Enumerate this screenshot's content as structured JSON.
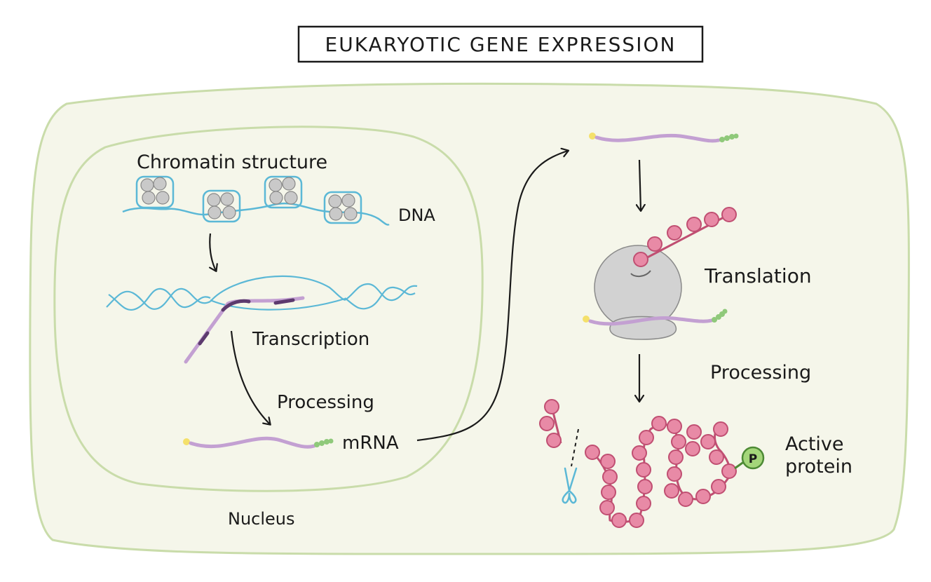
{
  "title": "EUKARYOTIC GENE EXPRESSION",
  "labels": {
    "chromatin": "Chromatin structure",
    "dna": "DNA",
    "transcription": "Transcription",
    "processing_nucleus": "Processing",
    "mrna": "mRNA",
    "nucleus": "Nucleus",
    "translation": "Translation",
    "processing_cytoplasm": "Processing",
    "active_line1": "Active",
    "active_line2": "protein",
    "phosphate": "P"
  },
  "colors": {
    "cell_fill": "#f5f6ea",
    "cell_stroke": "#c9dcaa",
    "dna": "#5bb8d6",
    "mrna": "#c3a0d2",
    "mrna_dark": "#5c3a6e",
    "cap": "#f4e06a",
    "tail": "#8fc97a",
    "nucleosome": "#c9c9c9",
    "ribosome": "#d2d2d2",
    "amino_fill": "#e88aa6",
    "amino_stroke": "#c04f72",
    "phosphate_fill": "#a4d67a",
    "phosphate_stroke": "#4d8a35",
    "scissors": "#5bb8d6",
    "arrow": "#1a1a1a"
  }
}
